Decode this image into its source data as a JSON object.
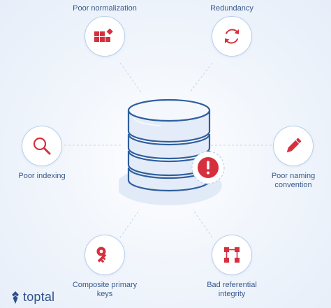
{
  "nodes": [
    {
      "id": "poor-normalization",
      "label": "Poor normalization",
      "icon": "grid-blocks-icon"
    },
    {
      "id": "redundancy",
      "label": "Redundancy",
      "icon": "refresh-cycle-icon"
    },
    {
      "id": "poor-indexing",
      "label": "Poor indexing",
      "icon": "magnifier-icon"
    },
    {
      "id": "poor-naming-convention",
      "label": "Poor naming convention",
      "icon": "pencil-icon"
    },
    {
      "id": "composite-primary-keys",
      "label": "Composite primary keys",
      "icon": "key-icon"
    },
    {
      "id": "bad-referential-integrity",
      "label": "Bad referential integrity",
      "icon": "linked-squares-icon"
    }
  ],
  "center": {
    "icon": "database-cylinder-icon",
    "badge": "warning-badge-icon"
  },
  "brand": {
    "name": "toptal",
    "icon": "toptal-logo-icon"
  },
  "colors": {
    "accent": "#d62f3d",
    "outline": "#b9cfec",
    "label": "#3a5a8c",
    "db_fill": "#e3ecf8",
    "db_stroke": "#2f5f9e"
  }
}
